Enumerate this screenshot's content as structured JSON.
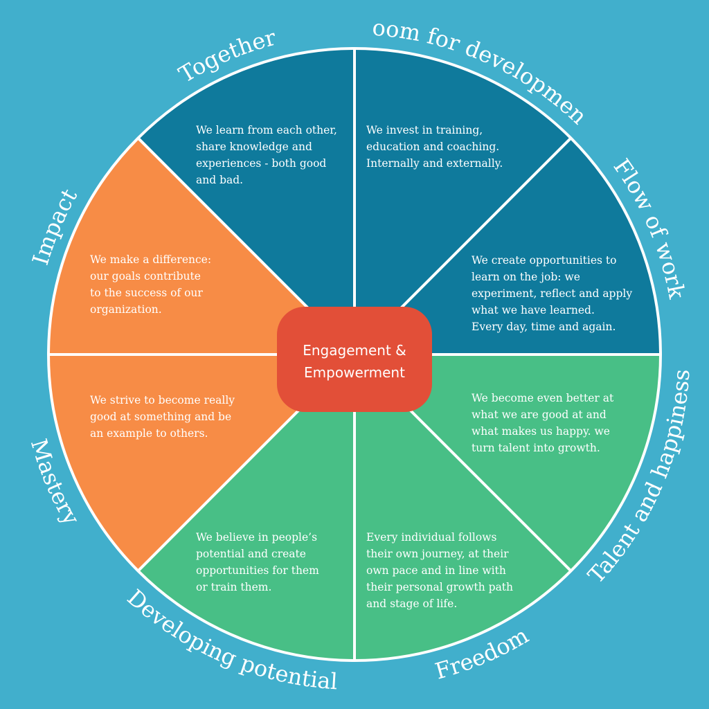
{
  "colors": {
    "background": "#41afcc",
    "dark_blue": "#0f7a9c",
    "orange": "#f78c46",
    "green": "#48bf86",
    "center": "#e24f38",
    "divider": "#ffffff"
  },
  "center": {
    "line1": "Engagement &",
    "line2": "Empowerment"
  },
  "segments": [
    {
      "label": "Together",
      "color": "dark_blue",
      "lines": [
        "We learn from each other,",
        "share knowledge and",
        "experiences - both good",
        "and bad."
      ]
    },
    {
      "label": "Room for development",
      "color": "dark_blue",
      "lines": [
        "We invest in training,",
        "education and coaching.",
        "Internally and externally."
      ]
    },
    {
      "label": "Flow of work",
      "color": "dark_blue",
      "lines": [
        "We create opportunities to",
        "learn on the job: we",
        "experiment, reflect and apply",
        "what we have learned.",
        "Every day, time and again."
      ]
    },
    {
      "label": "Talent and happiness",
      "color": "green",
      "lines": [
        "We become even better at",
        "what we are good at and",
        "what makes us happy. we",
        "turn talent into growth."
      ]
    },
    {
      "label": "Freedom",
      "color": "green",
      "lines": [
        "Every individual follows",
        "their own journey, at their",
        "own pace and in line with",
        "their personal growth path",
        "and stage of life."
      ]
    },
    {
      "label": "Developing potential",
      "color": "green",
      "lines": [
        "We believe in people’s",
        "potential and create",
        "opportunities for them",
        "or train them."
      ]
    },
    {
      "label": "Mastery",
      "color": "orange",
      "lines": [
        "We strive to become really",
        "good at something and be",
        "an example to others."
      ]
    },
    {
      "label": "Impact",
      "color": "orange",
      "lines": [
        "We make a difference:",
        "our goals contribute",
        "to the success of our",
        "organization."
      ]
    }
  ]
}
